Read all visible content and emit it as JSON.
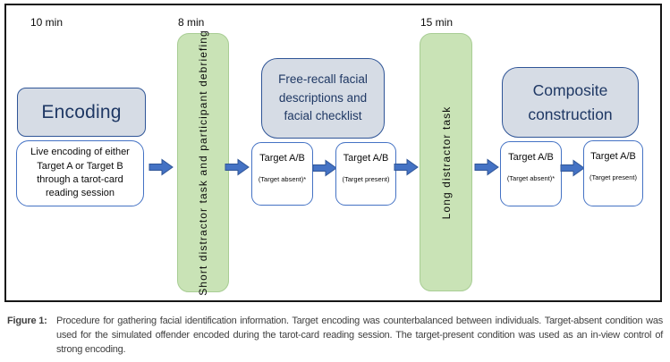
{
  "figure": {
    "time_labels": [
      "10 min",
      "8 min",
      "15 min"
    ],
    "encoding": {
      "header": "Encoding",
      "detail": "Live encoding of either Target A or Target B through a tarot-card reading session"
    },
    "short_distractor_label": "Short distractor task and participant debriefing",
    "recall": {
      "header": "Free-recall facial descriptions and facial checklist",
      "target_absent": {
        "title": "Target A/B",
        "subtitle": "(Target absent)*"
      },
      "target_present": {
        "title": "Target A/B",
        "subtitle": "(Target present)"
      }
    },
    "long_distractor_label": "Long distractor task",
    "composite": {
      "header": "Composite construction",
      "target_absent": {
        "title": "Target A/B",
        "subtitle": "(Target absent)*"
      },
      "target_present": {
        "title": "Target A/B",
        "subtitle": "(Target present)"
      }
    }
  },
  "caption": {
    "label": "Figure 1:",
    "text": "Procedure for gathering facial identification information. Target encoding was counterbalanced between individuals. Target-absent condition was used for the simulated offender encoded during the tarot-card reading session. The target-present condition was used as an in-view control of strong encoding."
  },
  "colors": {
    "accent-navy": "#1F3864",
    "box-fill": "#D6DCE5",
    "box-border": "#2F5597",
    "small-box-border": "#4472C4",
    "arrow-fill": "#4472C4",
    "arrow-stroke": "#2F5597",
    "green-fill": "#C9E3B6",
    "green-border": "#A8CD94",
    "caption-color": "#3F3F3F"
  }
}
